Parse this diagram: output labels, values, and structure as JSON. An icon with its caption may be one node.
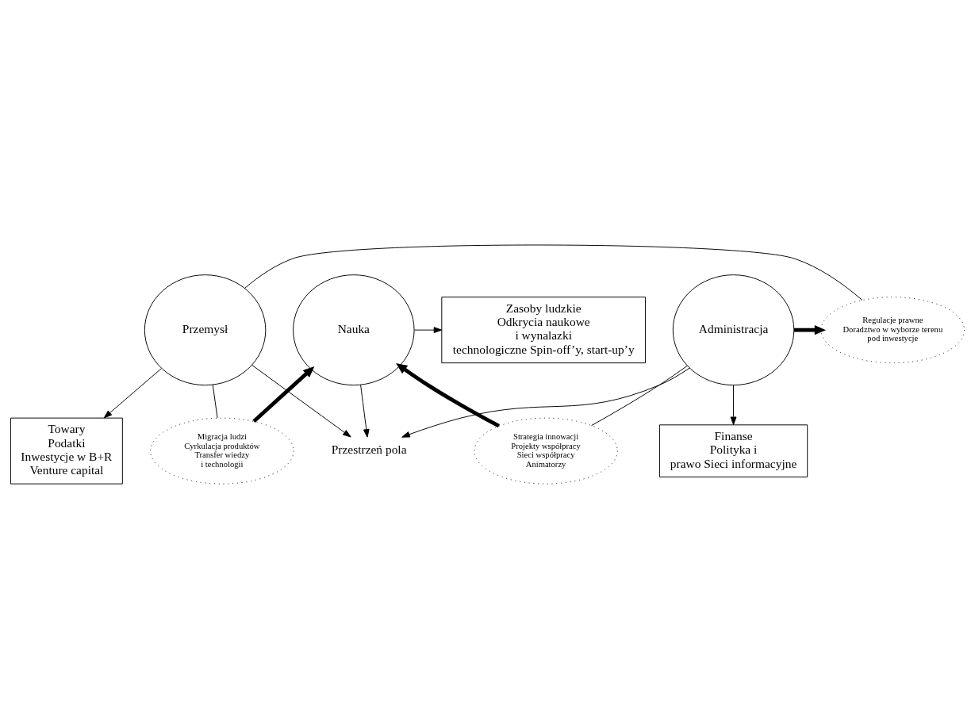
{
  "diagram": {
    "nodes": [
      {
        "text": [
          "Nauka"
        ]
      },
      {
        "text": [
          "Zasoby ludzkie Odkrycia naukowe i wynalazki technologiczne Spin-off’y, start-up’y"
        ]
      },
      {
        "text": [
          "Migracja ludzi Cyrkulacja produktów Transfer wiedzy i technologii"
        ]
      },
      {
        "text": [
          "Strategia innowacji Projekty współpracy Sieci współpracy Animatorzy"
        ]
      },
      {
        "text": [
          "Przestrzeń pola"
        ]
      },
      {
        "text": [
          "Przemysł"
        ]
      },
      {
        "text": [
          "Administracja"
        ]
      },
      {
        "text": [
          "Regulacje prawne Doradztwo w wyborze terenu pod inwestycje"
        ]
      },
      {
        "text": [
          "Towary Podatki Inwestycje w B+R Venture capital"
        ]
      },
      {
        "text": [
          "Finanse Polityka i prawo Sieci informacyjne"
        ]
      }
    ],
    "edges": [
      {
        "from": 0,
        "to": 1,
        "arrow": "to"
      },
      {
        "from": 2,
        "to": 0,
        "arrow": "to",
        "style": "thick"
      },
      {
        "from": 3,
        "to": 0,
        "arrow": "to",
        "style": "thick"
      },
      {
        "from": 0,
        "to": 4,
        "arrow": "to"
      },
      {
        "from": 5,
        "to": 2,
        "arrow": "none"
      },
      {
        "from": 6,
        "to": 3,
        "arrow": "none"
      },
      {
        "from": 5,
        "to": 4,
        "arrow": "to"
      },
      {
        "from": 6,
        "to": 4,
        "arrow": "to"
      },
      {
        "from": 5,
        "to": 7,
        "arrow": "none"
      },
      {
        "from": 6,
        "to": 7,
        "arrow": "to",
        "style": "thick"
      },
      {
        "from": 5,
        "to": 8,
        "arrow": "to"
      },
      {
        "from": 6,
        "to": 9,
        "arrow": "to"
      }
    ]
  }
}
